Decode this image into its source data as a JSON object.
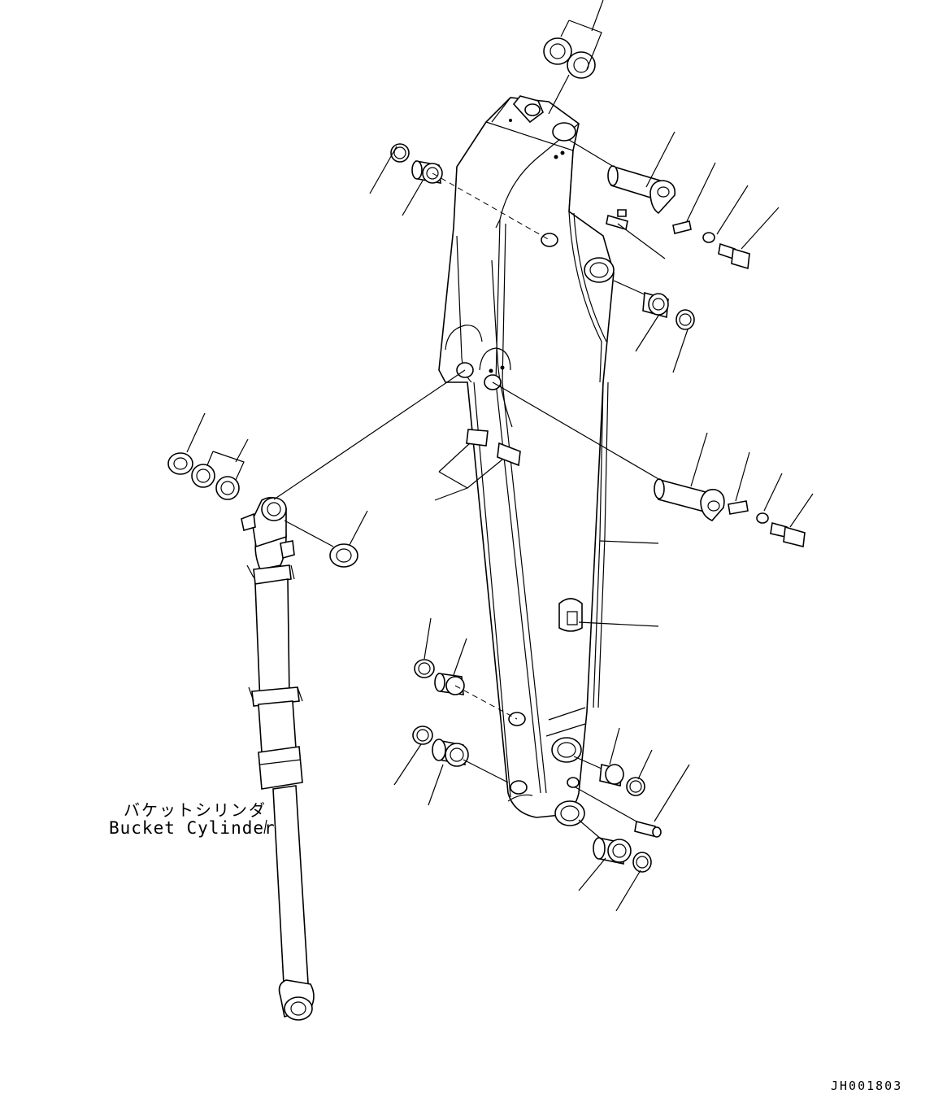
{
  "diagram": {
    "caption_japanese": "バケットシリンダ",
    "caption_english": "Bucket Cylinder",
    "drawing_number": "JH001803"
  },
  "colors": {
    "line": "#000000",
    "background": "#ffffff"
  }
}
